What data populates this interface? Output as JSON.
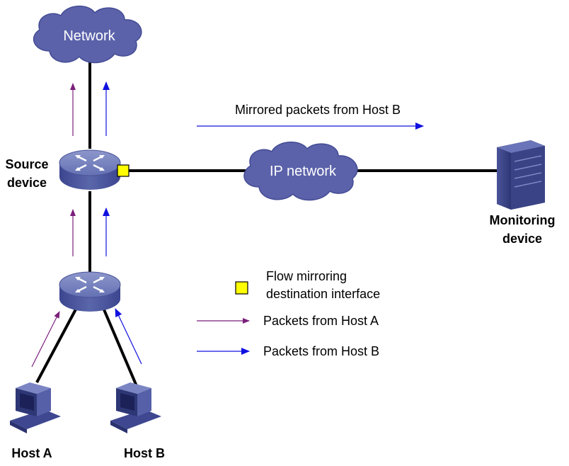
{
  "nodes": {
    "network": "Network",
    "ip_network": "IP network",
    "source_device": [
      "Source",
      "device"
    ],
    "monitoring_device": [
      "Monitoring",
      "device"
    ],
    "host_a": "Host A",
    "host_b": "Host B"
  },
  "annotations": {
    "mirrored_packets": "Mirrored packets from Host B"
  },
  "legend": {
    "mirror_interface": [
      "Flow mirroring",
      "destination interface"
    ],
    "packets_a": "Packets from Host A",
    "packets_b": "Packets from Host B"
  },
  "colors": {
    "host_a_flow": "#7b1f7b",
    "host_b_flow": "#1010e0",
    "interface": "#ffff00",
    "cloud": "#5b62aa",
    "device": "#6c78b8"
  }
}
